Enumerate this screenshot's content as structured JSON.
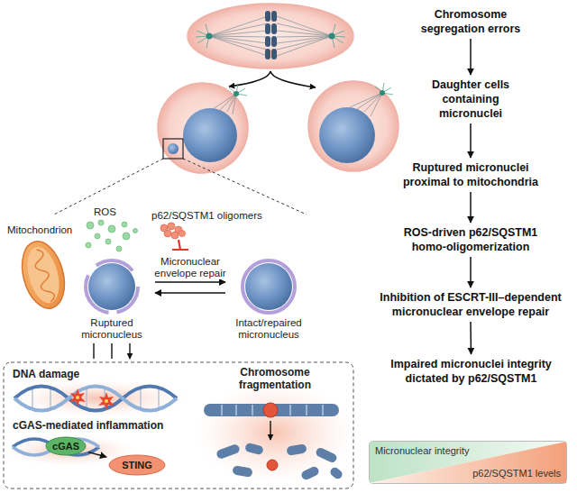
{
  "diagram": {
    "nodes": [
      {
        "text": [
          "Chromosome segregation errors"
        ]
      },
      {
        "text": [
          "Daughter cells containing micronuclei"
        ]
      },
      {
        "text": [
          "Ruptured micronuclei proximal to mitochondria"
        ]
      },
      {
        "text": [
          "ROS-driven p62/SQSTM1 homo-oligomerization"
        ]
      },
      {
        "text": [
          "Inhibition of ESCRT-III–dependent micronuclear envelope repair"
        ]
      },
      {
        "text": [
          "Impaired micronuclei integrity dictated by p62/SQSTM1"
        ]
      },
      {
        "text": [
          "Ruptured micronucleus"
        ]
      },
      {
        "text": [
          "Intact/repaired micronucleus"
        ]
      },
      {
        "text": [
          "cGAS"
        ]
      },
      {
        "text": [
          "STING"
        ]
      },
      {
        "text": [
          "Micronuclear integrity"
        ]
      },
      {
        "text": [
          "p62/SQSTM1 levels"
        ]
      }
    ],
    "edges": [
      {
        "from": 0,
        "to": 1,
        "arrow": "to"
      },
      {
        "from": 1,
        "to": 2,
        "arrow": "to"
      },
      {
        "from": 2,
        "to": 3,
        "arrow": "to"
      },
      {
        "from": 3,
        "to": 4,
        "arrow": "to"
      },
      {
        "from": 4,
        "to": 5,
        "arrow": "to"
      },
      {
        "from": 6,
        "to": 7,
        "label": "Micronuclear envelope repair",
        "arrow": "to"
      },
      {
        "from": 7,
        "to": 6,
        "arrow": "to"
      },
      {
        "from": 8,
        "to": 9,
        "arrow": "to"
      }
    ],
    "labels": [
      "Mitochondrion",
      "ROS",
      "p62/SQSTM1 oligomers",
      "DNA damage",
      "cGAS-mediated inflammation",
      "Chromosome fragmentation"
    ]
  }
}
